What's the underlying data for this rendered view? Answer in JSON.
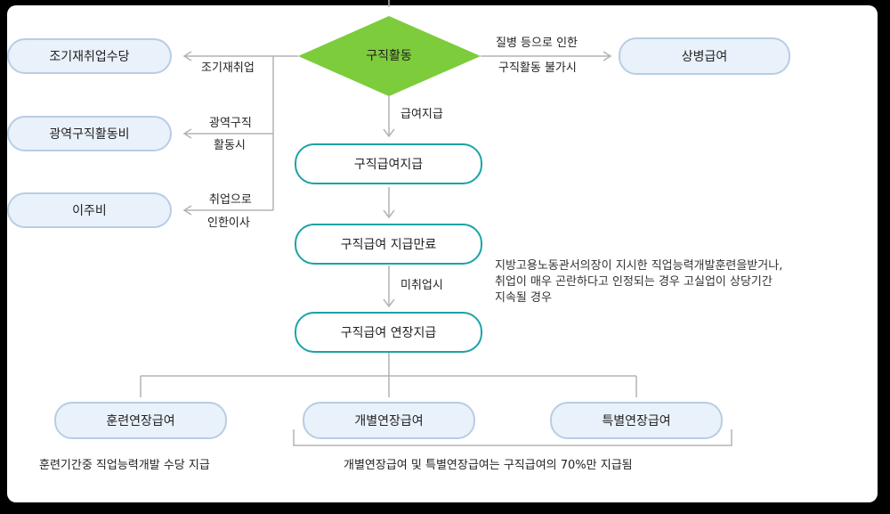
{
  "nodes": {
    "job_search": "구직활동",
    "early_reemployment": "조기재취업수당",
    "wide_area_job_search": "광역구직활동비",
    "relocation": "이주비",
    "sickness_benefit": "상병급여",
    "benefit_payment": "구직급여지급",
    "benefit_payment_end": "구직급여 지급만료",
    "benefit_extension": "구직급여 연장지급",
    "training_extension": "훈련연장급여",
    "individual_extension": "개별연장급여",
    "special_extension": "특별연장급여"
  },
  "edge_labels": {
    "early_reemployment": "조기재취업",
    "wide_area_line1": "광역구직",
    "wide_area_line2": "활동시",
    "relocation_line1": "취업으로",
    "relocation_line2": "인한이사",
    "sickness_line1": "질병 등으로 인한",
    "sickness_line2": "구직활동 불가시",
    "benefit_payment": "급여지급",
    "unemployed": "미취업시"
  },
  "notes": {
    "extension_condition_line1": "지방고용노동관서의장이 지시한 직업능력개발훈련을받거나,",
    "extension_condition_line2": "취업이 매우 곤란하다고 인정되는 경우 고실업이 상당기간",
    "extension_condition_line3": "지속될 경우",
    "training_note": "훈련기간중 직업능력개발 수당 지급",
    "percent_note": "개별연장급여 및 특별연장급여는 구직급여의 70%만 지급됨"
  },
  "colors": {
    "diamond_fill": "#7dcc3c",
    "teal_border": "#1aa3a6",
    "blue_fill": "#e9f1fa",
    "blue_border": "#b8cde4",
    "line": "#b3b3b3"
  }
}
